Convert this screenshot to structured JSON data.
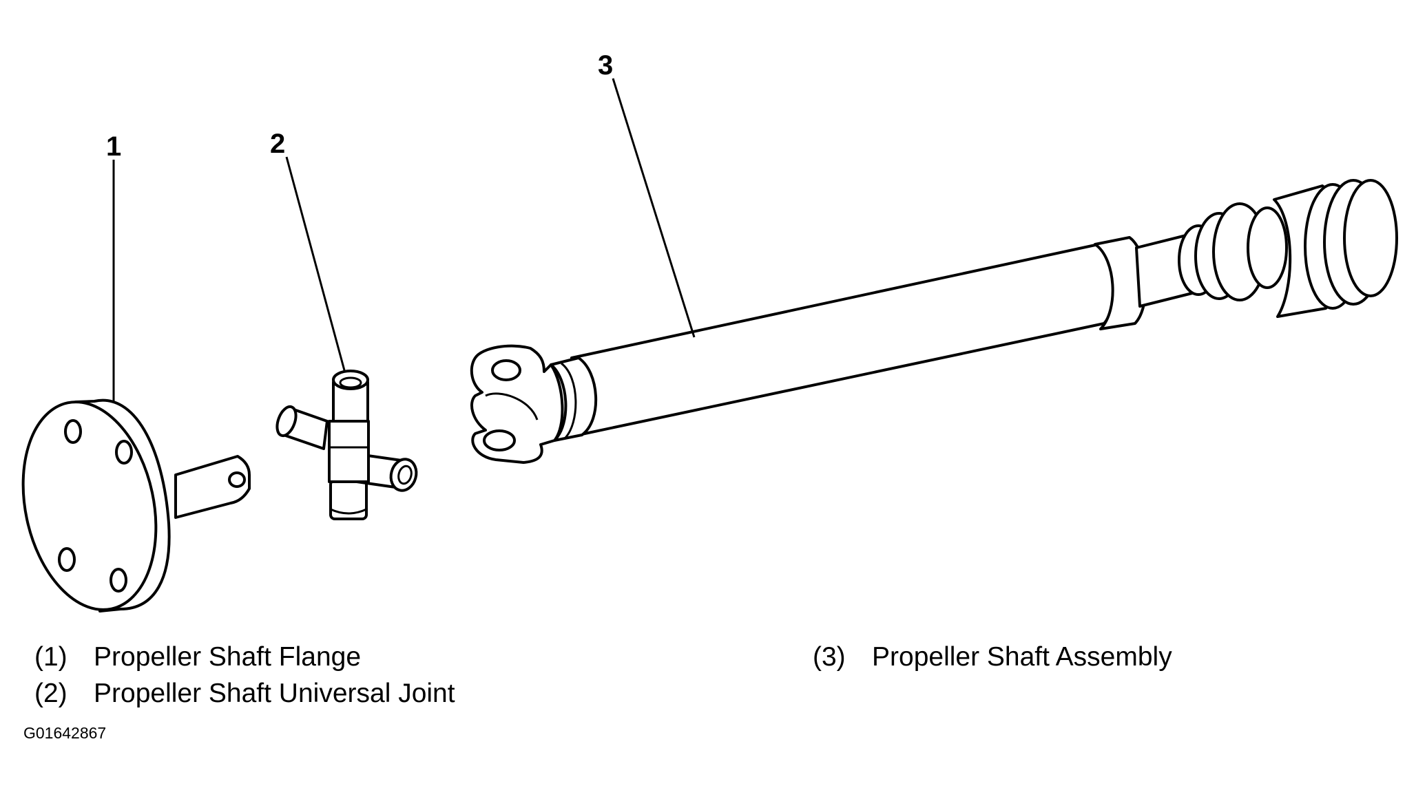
{
  "figure_id": "G01642867",
  "callouts": [
    {
      "num": "1",
      "name": "Propeller Shaft Flange"
    },
    {
      "num": "2",
      "name": "Propeller Shaft Universal Joint"
    },
    {
      "num": "3",
      "name": "Propeller Shaft Assembly"
    }
  ],
  "legend": [
    {
      "index": "(1)",
      "text": "Propeller Shaft Flange"
    },
    {
      "index": "(2)",
      "text": "Propeller Shaft Universal Joint"
    },
    {
      "index": "(3)",
      "text": "Propeller Shaft Assembly"
    }
  ]
}
